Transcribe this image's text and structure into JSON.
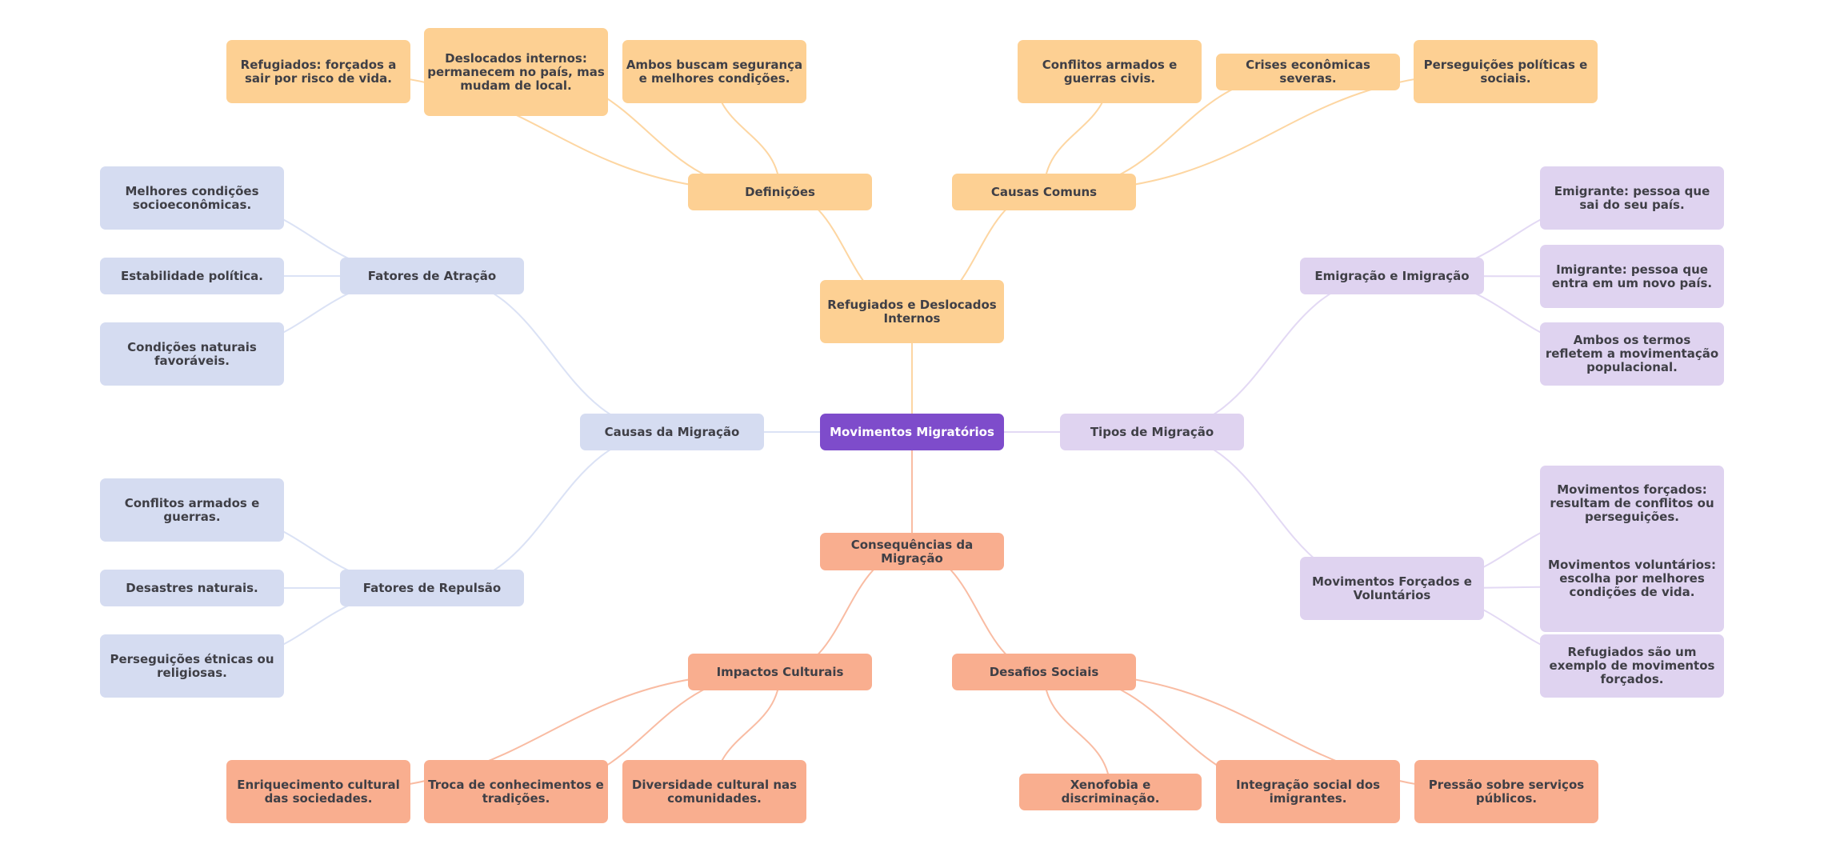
{
  "title": "Movimentos Migratórios",
  "colors": {
    "root": "#7e4ccb",
    "orange": "#fdd093",
    "blue": "#d5dcf1",
    "purple": "#dfd3f0",
    "salmon": "#f9ae8f",
    "text": "#3f3f46",
    "edge_orange": "#fdd6a2",
    "edge_blue": "#dbe2f5",
    "edge_purple": "#e3d9f4",
    "edge_salmon": "#f9bca3"
  },
  "nodes": {
    "root": "Movimentos Migratórios",
    "refugiados": "Refugiados e Deslocados Internos",
    "definicoes": "Definições",
    "def_1": "Refugiados: forçados a sair por risco de vida.",
    "def_2": "Deslocados internos: permanecem no país, mas mudam de local.",
    "def_3": "Ambos buscam segurança e melhores condições.",
    "causas_comuns": "Causas Comuns",
    "cc_1": "Conflitos armados e guerras civis.",
    "cc_2": "Crises econômicas severas.",
    "cc_3": "Perseguições políticas e sociais.",
    "causas_migracao": "Causas da Migração",
    "atracao": "Fatores de Atração",
    "at_1": "Melhores condições socioeconômicas.",
    "at_2": "Estabilidade política.",
    "at_3": "Condições naturais favoráveis.",
    "repulsao": "Fatores de Repulsão",
    "rep_1": "Conflitos armados e guerras.",
    "rep_2": "Desastres naturais.",
    "rep_3": "Perseguições étnicas ou religiosas.",
    "tipos": "Tipos de Migração",
    "emig": "Emigração e Imigração",
    "emig_1": "Emigrante: pessoa que sai do seu país.",
    "emig_2": "Imigrante: pessoa que entra em um novo país.",
    "emig_3": "Ambos os termos refletem a movimentação populacional.",
    "forcados": "Movimentos Forçados e Voluntários",
    "forc_1": "Movimentos forçados: resultam de conflitos ou perseguições.",
    "forc_2": "Movimentos voluntários: escolha por melhores condições de vida.",
    "forc_3": "Refugiados são um exemplo de movimentos forçados.",
    "consequencias": "Consequências da Migração",
    "impactos": "Impactos Culturais",
    "imp_1": "Enriquecimento cultural das sociedades.",
    "imp_2": "Troca de conhecimentos e tradições.",
    "imp_3": "Diversidade cultural nas comunidades.",
    "desafios": "Desafios Sociais",
    "des_1": "Xenofobia e discriminação.",
    "des_2": "Integração social dos imigrantes.",
    "des_3": "Pressão sobre serviços públicos."
  },
  "edges": [
    [
      "root",
      "refugiados",
      "orange"
    ],
    [
      "refugiados",
      "definicoes",
      "orange"
    ],
    [
      "refugiados",
      "causas_comuns",
      "orange"
    ],
    [
      "definicoes",
      "def_1",
      "orange"
    ],
    [
      "definicoes",
      "def_2",
      "orange"
    ],
    [
      "definicoes",
      "def_3",
      "orange"
    ],
    [
      "causas_comuns",
      "cc_1",
      "orange"
    ],
    [
      "causas_comuns",
      "cc_2",
      "orange"
    ],
    [
      "causas_comuns",
      "cc_3",
      "orange"
    ],
    [
      "root",
      "causas_migracao",
      "blue"
    ],
    [
      "causas_migracao",
      "atracao",
      "blue"
    ],
    [
      "causas_migracao",
      "repulsao",
      "blue"
    ],
    [
      "atracao",
      "at_1",
      "blue"
    ],
    [
      "atracao",
      "at_2",
      "blue"
    ],
    [
      "atracao",
      "at_3",
      "blue"
    ],
    [
      "repulsao",
      "rep_1",
      "blue"
    ],
    [
      "repulsao",
      "rep_2",
      "blue"
    ],
    [
      "repulsao",
      "rep_3",
      "blue"
    ],
    [
      "root",
      "tipos",
      "purple"
    ],
    [
      "tipos",
      "emig",
      "purple"
    ],
    [
      "tipos",
      "forcados",
      "purple"
    ],
    [
      "emig",
      "emig_1",
      "purple"
    ],
    [
      "emig",
      "emig_2",
      "purple"
    ],
    [
      "emig",
      "emig_3",
      "purple"
    ],
    [
      "forcados",
      "forc_1",
      "purple"
    ],
    [
      "forcados",
      "forc_2",
      "purple"
    ],
    [
      "forcados",
      "forc_3",
      "purple"
    ],
    [
      "root",
      "consequencias",
      "salmon"
    ],
    [
      "consequencias",
      "impactos",
      "salmon"
    ],
    [
      "consequencias",
      "desafios",
      "salmon"
    ],
    [
      "impactos",
      "imp_1",
      "salmon"
    ],
    [
      "impactos",
      "imp_2",
      "salmon"
    ],
    [
      "impactos",
      "imp_3",
      "salmon"
    ],
    [
      "desafios",
      "des_1",
      "salmon"
    ],
    [
      "desafios",
      "des_2",
      "salmon"
    ],
    [
      "desafios",
      "des_3",
      "salmon"
    ]
  ]
}
